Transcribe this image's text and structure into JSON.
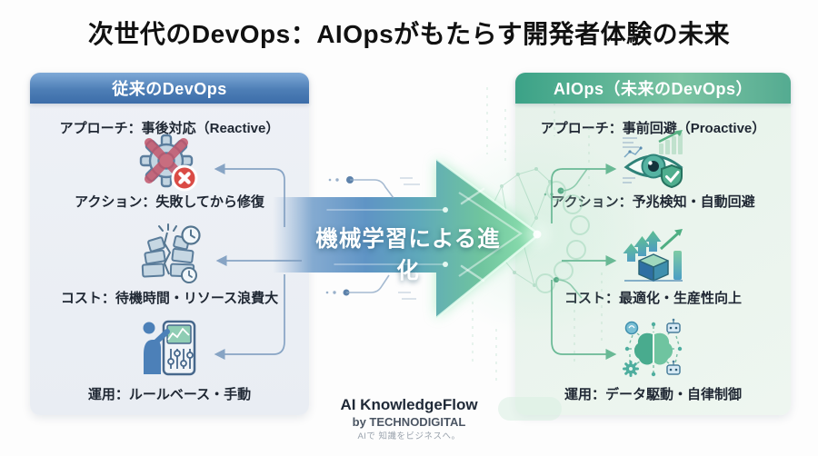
{
  "title": "次世代のDevOps：AIOpsがもたらす開発者体験の未来",
  "center": {
    "arrow_label": "機械学習による進化"
  },
  "left_panel": {
    "header": "従来のDevOps",
    "approach": "アプローチ：事後対応（Reactive）",
    "action": "アクション：失敗してから修復",
    "cost": "コスト：待機時間・リソース浪費大",
    "operation": "運用：ルールベース・手動",
    "icons": [
      "failed-gear-error-icon",
      "broken-blocks-delay-icon",
      "manual-operator-icon"
    ]
  },
  "right_panel": {
    "header": "AIOps（未来のDevOps）",
    "approach": "アプローチ：事前回避（Proactive）",
    "action": "アクション：予兆検知・自動回避",
    "cost": "コスト：最適化・生産性向上",
    "operation": "運用：データ駆動・自律制御",
    "icons": [
      "predictive-eye-shield-icon",
      "optimized-growth-cube-icon",
      "ai-brain-network-icon"
    ]
  },
  "footer": {
    "brand": "AI KnowledgeFlow",
    "byline": "by TECHNODIGITAL",
    "tagline": "AIで 知識をビジネスへ。"
  },
  "colors": {
    "traditional_header": "#3e6fa9",
    "aiops_header": "#3ba287",
    "traditional_panel_bg": "#edf1f6",
    "aiops_panel_bg": "#e8f3ec",
    "arrow_blue": "#5f94c5",
    "arrow_green": "#7fd6a4",
    "error_red": "#da4b45",
    "text_dark": "#1f2733"
  }
}
